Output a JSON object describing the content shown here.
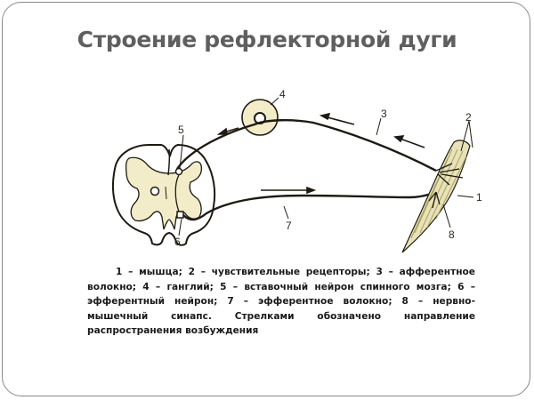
{
  "slide": {
    "title": "Строение рефлекторной дуги",
    "figure": {
      "description": "Schematic of a reflex arc: spinal cord cross-section, ganglion, afferent and efferent fibers, muscle",
      "labels": [
        "1",
        "2",
        "3",
        "4",
        "5",
        "6",
        "7",
        "8"
      ],
      "colors": {
        "line": "#1e1a12",
        "tissue_fill": "#f3ecc9",
        "muscle_fiber": "#b9b27a"
      }
    },
    "caption": "1 – мышца; 2 – чувствительные рецепторы; 3 – афферентное волокно; 4 – ганглий; 5 – вставочный нейрон спинного мозга; 6 – эфферентный нейрон; 7 – эфферентное волокно; 8 – нервно-мышечный синапс. Стрелками обозначено направление распространения возбуждения"
  }
}
